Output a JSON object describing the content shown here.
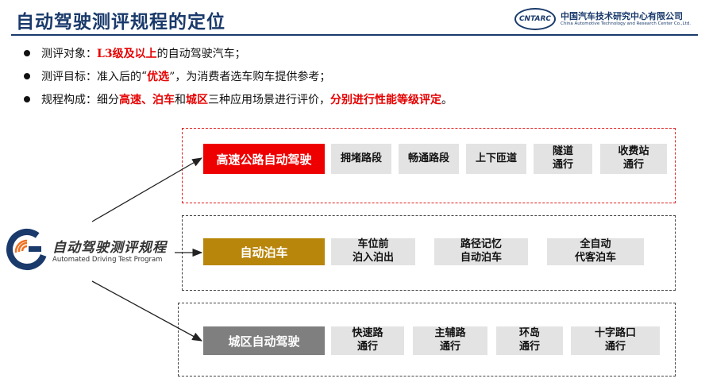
{
  "title": "自动驾驶测评规程的定位",
  "header_logo": {
    "mark": "CNTARC",
    "name_cn": "中国汽车技术研究中心有限公司",
    "name_en": "China Automotive Technology and Research Center Co.,Ltd."
  },
  "bullets": [
    {
      "prefix": "测评对象：",
      "parts": [
        {
          "text": "L3级及以上",
          "highlight": true
        },
        {
          "text": "的自动驾驶汽车；",
          "highlight": false
        }
      ]
    },
    {
      "prefix": "测评目标：准入后的",
      "parts": [
        {
          "text": "“",
          "highlight": false
        },
        {
          "text": "优选",
          "highlight": true
        },
        {
          "text": "”，为消费者选车购车提供参考；",
          "highlight": false
        }
      ]
    },
    {
      "prefix": "规程构成：细分",
      "parts": [
        {
          "text": "高速",
          "highlight": true
        },
        {
          "text": "、",
          "highlight": true
        },
        {
          "text": "泊车",
          "highlight": true
        },
        {
          "text": "和",
          "highlight": false
        },
        {
          "text": "城区",
          "highlight": true
        },
        {
          "text": "三种应用场景进行评价，",
          "highlight": false
        },
        {
          "text": "分别进行性能等级评定",
          "highlight": true
        },
        {
          "text": "。",
          "highlight": false
        }
      ]
    }
  ],
  "brand": {
    "name_cn": "自动驾驶测评规程",
    "name_en": "Automated Driving Test Program"
  },
  "groups": [
    {
      "category": "高速公路自动驾驶",
      "items": [
        [
          "拥堵路段"
        ],
        [
          "畅通路段"
        ],
        [
          "上下匝道"
        ],
        [
          "隧道",
          "通行"
        ],
        [
          "收费站",
          "通行"
        ]
      ]
    },
    {
      "category": "自动泊车",
      "items": [
        [
          "车位前",
          "泊入泊出"
        ],
        [
          "路径记忆",
          "自动泊车"
        ],
        [
          "全自动",
          "代客泊车"
        ]
      ]
    },
    {
      "category": "城区自动驾驶",
      "items": [
        [
          "快速路",
          "通行"
        ],
        [
          "主辅路",
          "通行"
        ],
        [
          "环岛",
          "通行"
        ],
        [
          "十字路口",
          "通行"
        ]
      ]
    }
  ],
  "colors": {
    "title": "#1a3a6b",
    "highlight": "#e60000",
    "highway": "#ee0000",
    "parking": "#b8860b",
    "urban": "#7f7f7f",
    "sub_bg": "#e3e3e3"
  }
}
